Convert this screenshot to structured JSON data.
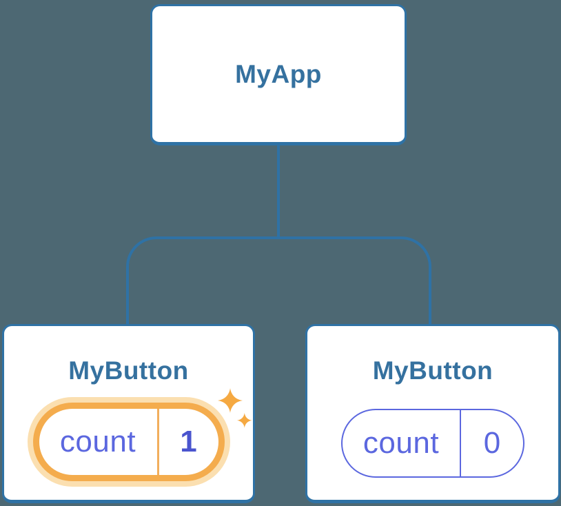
{
  "tree": {
    "root": {
      "label": "MyApp"
    },
    "children": [
      {
        "label": "MyButton",
        "state": {
          "name": "count",
          "value": "1"
        },
        "highlighted": true
      },
      {
        "label": "MyButton",
        "state": {
          "name": "count",
          "value": "0"
        },
        "highlighted": false
      }
    ]
  },
  "icons": {
    "sparkles": "✦✦"
  },
  "colors": {
    "background": "#4D6873",
    "node_fill": "#FFFFFF",
    "node_border": "#2F72A5",
    "node_label": "#35719F",
    "connector": "#2F72A5",
    "state_text": "#5B67DF",
    "state_value_highlight": "#4A54CE",
    "highlight_ring": "#F4AC4D",
    "highlight_glow": "#FBDFB0",
    "divider_highlight": "#F2AE5C",
    "sparkle": "#F5A942"
  }
}
